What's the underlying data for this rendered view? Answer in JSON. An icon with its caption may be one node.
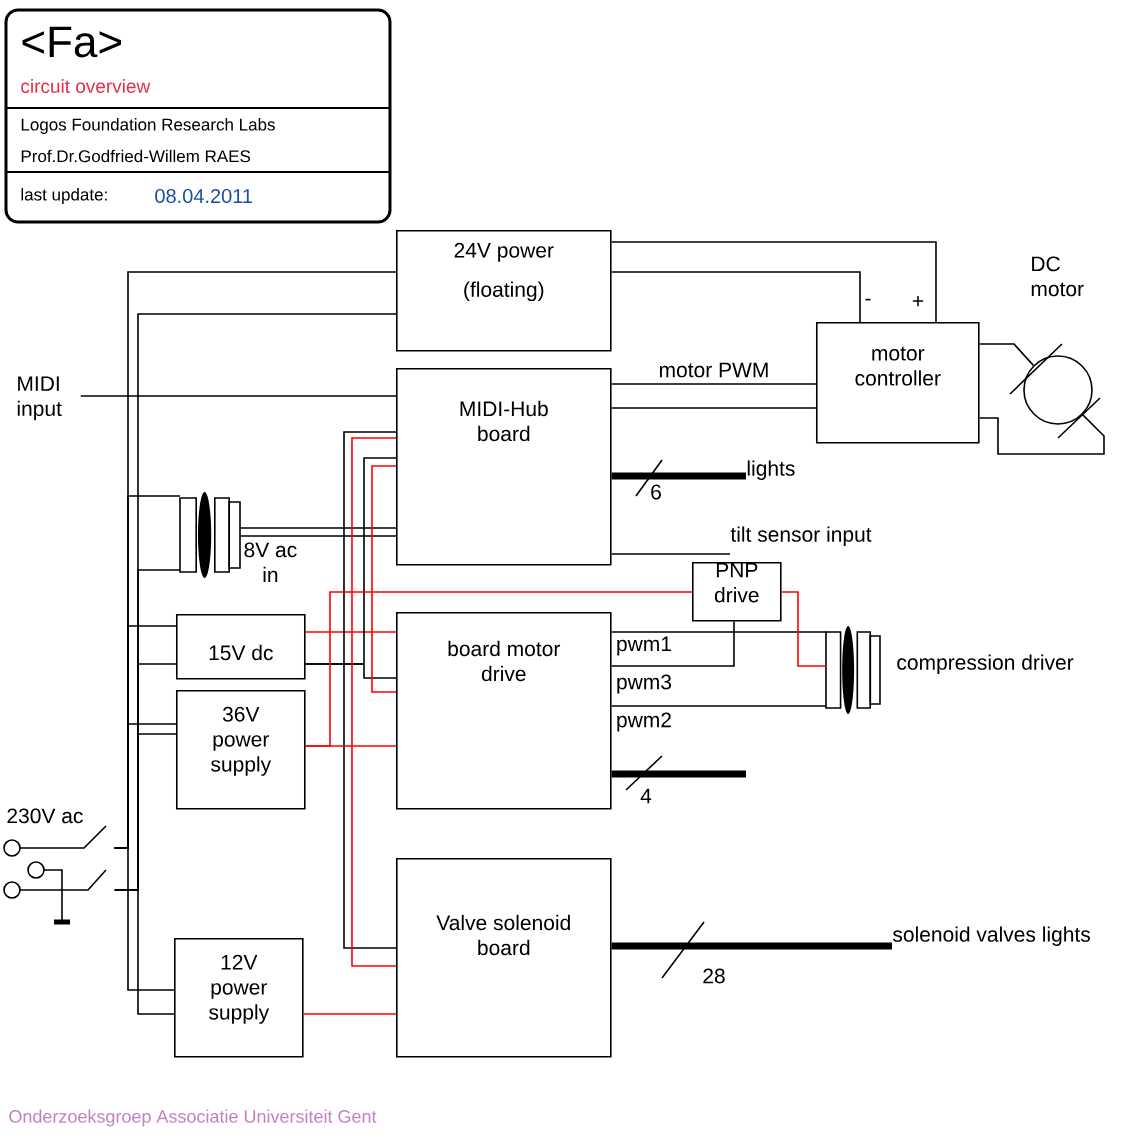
{
  "diagram": {
    "title": "<Fa>",
    "nodes": [
      {
        "text": [
          "24V power",
          "(floating)"
        ]
      },
      {
        "text": [
          "motor controller"
        ]
      },
      {
        "text": [],
        "shape": "circle",
        "beside": [
          "DC motor"
        ]
      },
      {
        "text": [
          "MIDI-Hub board"
        ]
      },
      {
        "text": [
          "MIDI input"
        ]
      },
      {
        "text": [],
        "shape": "transformer",
        "beside": [
          "8V ac in"
        ]
      },
      {
        "text": [
          "PNP drive"
        ]
      },
      {
        "text": [
          "15V dc"
        ]
      },
      {
        "text": [
          "board motor drive"
        ]
      },
      {
        "text": [
          "36V power supply"
        ]
      },
      {
        "text": [],
        "shape": "transformer",
        "beside": [
          "compression driver"
        ]
      },
      {
        "text": [
          "Valve solenoid board"
        ]
      },
      {
        "text": [
          "12V power supply"
        ]
      },
      {
        "text": [],
        "shape": "switch",
        "beside": [
          "230V ac"
        ]
      },
      {
        "text": [
          "lights"
        ]
      },
      {
        "text": [
          "tilt sensor input"
        ]
      },
      {
        "text": [
          "solenoid valves lights"
        ]
      }
    ],
    "edges": [
      {
        "from": 0,
        "to": 1,
        "arrow": "none",
        "label": "-"
      },
      {
        "from": 0,
        "to": 1,
        "arrow": "none",
        "label": "+"
      },
      {
        "from": 3,
        "to": 1,
        "arrow": "none",
        "label": "motor PWM"
      },
      {
        "from": 3,
        "to": 1,
        "arrow": "none"
      },
      {
        "from": 1,
        "to": 2,
        "arrow": "none"
      },
      {
        "from": 1,
        "to": 2,
        "arrow": "none"
      },
      {
        "from": 4,
        "to": 3,
        "arrow": "none"
      },
      {
        "from": 5,
        "to": 3,
        "arrow": "none"
      },
      {
        "from": 3,
        "to": 14,
        "arrow": "none",
        "label": "6",
        "style": "thick"
      },
      {
        "from": 3,
        "to": 15,
        "arrow": "none"
      },
      {
        "from": 8,
        "to": 10,
        "arrow": "none",
        "label": "pwm1"
      },
      {
        "from": 8,
        "to": 6,
        "arrow": "none",
        "label": "pwm3"
      },
      {
        "from": 8,
        "to": 10,
        "arrow": "none",
        "label": "pwm2"
      },
      {
        "from": 6,
        "to": 10,
        "arrow": "none",
        "color": "#ff0000"
      },
      {
        "from": 8,
        "to": null,
        "arrow": "none",
        "label": "4",
        "style": "thick"
      },
      {
        "from": 11,
        "to": 16,
        "arrow": "none",
        "label": "28",
        "style": "thick"
      },
      {
        "from": 13,
        "to": 0,
        "arrow": "none"
      },
      {
        "from": 13,
        "to": 5,
        "arrow": "none"
      },
      {
        "from": 13,
        "to": 7,
        "arrow": "none"
      },
      {
        "from": 13,
        "to": 9,
        "arrow": "none"
      },
      {
        "from": 13,
        "to": 12,
        "arrow": "none"
      },
      {
        "from": 7,
        "to": 8,
        "arrow": "none",
        "color": "#ff0000"
      },
      {
        "from": 7,
        "to": 8,
        "arrow": "none"
      },
      {
        "from": 7,
        "to": 3,
        "arrow": "none"
      },
      {
        "from": 3,
        "to": 11,
        "arrow": "none"
      },
      {
        "from": 3,
        "to": 11,
        "arrow": "none",
        "color": "#ff0000"
      },
      {
        "from": 3,
        "to": 8,
        "arrow": "none",
        "color": "#ff0000"
      },
      {
        "from": 9,
        "to": 8,
        "arrow": "none",
        "color": "#ff0000"
      },
      {
        "from": 9,
        "to": 6,
        "arrow": "none",
        "color": "#ff0000"
      },
      {
        "from": 12,
        "to": 11,
        "arrow": "none",
        "color": "#ff0000"
      },
      {
        "from": 13,
        "to": 0,
        "arrow": "none"
      },
      {
        "from": 13,
        "to": 5,
        "arrow": "none"
      },
      {
        "from": 13,
        "to": 7,
        "arrow": "none"
      },
      {
        "from": 13,
        "to": 9,
        "arrow": "none"
      },
      {
        "from": 13,
        "to": 12,
        "arrow": "none"
      }
    ],
    "labels": [
      "circuit overview",
      "Logos Foundation Research Labs",
      "Prof.Dr.Godfried-Willem RAES",
      "last update:",
      "08.04.2011",
      "Onderzoeksgroep Associatie Universiteit Gent"
    ]
  }
}
